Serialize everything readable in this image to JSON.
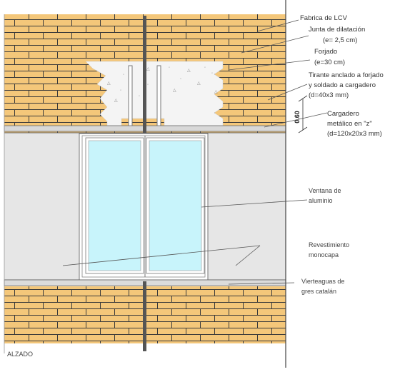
{
  "labels": {
    "fabrica": "Fabrica de LCV",
    "junta_1": "Junta de dilatación",
    "junta_2": "(e= 2,5 cm)",
    "forjado_1": "Forjado",
    "forjado_2": "(e=30 cm)",
    "tirante_1": "Tirante anclado a forjado",
    "tirante_2": "y soldado a cargadero",
    "tirante_3": "(d=40x3 mm)",
    "cargadero_1": "Cargadero",
    "cargadero_2": "metálico en \"z\"",
    "cargadero_3": "(d=120x20x3 mm)",
    "ventana_1": "Ventana de",
    "ventana_2": "aluminio",
    "revestimiento_1": "Revestimiento",
    "revestimiento_2": "monocapa",
    "vierteaguas_1": "Vierteaguas de",
    "vierteaguas_2": "gres catalán",
    "alzado": "ALZADO",
    "dimension": "0.60"
  },
  "colors": {
    "brick": "#f4c77a",
    "mortar": "#3a3a3a",
    "render": "#e6e6e6",
    "glass": "#c8f4fb",
    "concrete": "#f4f4f4",
    "line": "#555555"
  }
}
